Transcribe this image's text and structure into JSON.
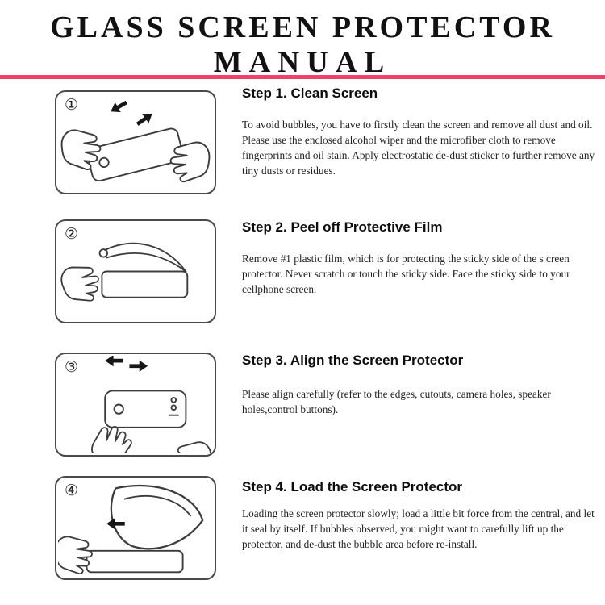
{
  "title": {
    "line1": "GLASS SCREEN PROTECTOR",
    "line2": "MANUAL"
  },
  "accent_color": "#f0436b",
  "steps": [
    {
      "number": "①",
      "heading": "Step 1. Clean Screen",
      "body": "To avoid bubbles, you have to firstly clean the screen and remove all dust and oil. Please use the enclosed alcohol wiper and the microfiber cloth to remove fingerprints and oil stain. Apply electrostatic de-dust sticker to further remove any tiny dusts or residues."
    },
    {
      "number": "②",
      "heading": "Step 2. Peel off Protective Film",
      "body": "Remove #1 plastic film, which is for protecting the sticky side of the s creen protector. Never scratch or touch the sticky side. Face the sticky side to your cellphone screen."
    },
    {
      "number": "③",
      "heading": "Step 3. Align the Screen Protector",
      "body": "Please align carefully (refer to the edges, cutouts, camera holes, speaker holes,control buttons)."
    },
    {
      "number": "④",
      "heading": "Step 4. Load the Screen Protector",
      "body": "Loading the screen protector slowly; load a little bit force from the central, and let it seal by itself. If bubbles observed, you might want to carefully lift up the protector, and de-dust the bubble area before re-install."
    }
  ]
}
